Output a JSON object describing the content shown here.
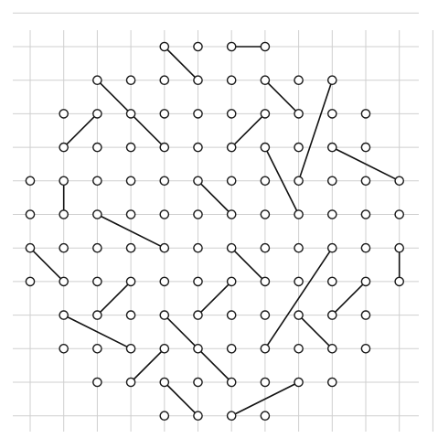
{
  "board": {
    "columns": 13,
    "rows": 13,
    "colors": {
      "grid": "#cfcfcf",
      "peg_stroke": "#1a1a1a",
      "peg_fill": "#ffffff",
      "link": "#111111",
      "background": "#ffffff"
    },
    "pegs": [
      [
        4,
        0
      ],
      [
        5,
        0
      ],
      [
        6,
        0
      ],
      [
        7,
        0
      ],
      [
        2,
        1
      ],
      [
        3,
        1
      ],
      [
        4,
        1
      ],
      [
        5,
        1
      ],
      [
        6,
        1
      ],
      [
        7,
        1
      ],
      [
        8,
        1
      ],
      [
        9,
        1
      ],
      [
        1,
        2
      ],
      [
        2,
        2
      ],
      [
        3,
        2
      ],
      [
        4,
        2
      ],
      [
        5,
        2
      ],
      [
        6,
        2
      ],
      [
        7,
        2
      ],
      [
        8,
        2
      ],
      [
        9,
        2
      ],
      [
        10,
        2
      ],
      [
        1,
        3
      ],
      [
        2,
        3
      ],
      [
        3,
        3
      ],
      [
        4,
        3
      ],
      [
        5,
        3
      ],
      [
        6,
        3
      ],
      [
        7,
        3
      ],
      [
        8,
        3
      ],
      [
        9,
        3
      ],
      [
        10,
        3
      ],
      [
        0,
        4
      ],
      [
        1,
        4
      ],
      [
        2,
        4
      ],
      [
        3,
        4
      ],
      [
        4,
        4
      ],
      [
        5,
        4
      ],
      [
        6,
        4
      ],
      [
        7,
        4
      ],
      [
        8,
        4
      ],
      [
        9,
        4
      ],
      [
        10,
        4
      ],
      [
        11,
        4
      ],
      [
        0,
        5
      ],
      [
        1,
        5
      ],
      [
        2,
        5
      ],
      [
        3,
        5
      ],
      [
        4,
        5
      ],
      [
        5,
        5
      ],
      [
        6,
        5
      ],
      [
        7,
        5
      ],
      [
        8,
        5
      ],
      [
        9,
        5
      ],
      [
        10,
        5
      ],
      [
        11,
        5
      ],
      [
        0,
        6
      ],
      [
        1,
        6
      ],
      [
        2,
        6
      ],
      [
        3,
        6
      ],
      [
        4,
        6
      ],
      [
        5,
        6
      ],
      [
        6,
        6
      ],
      [
        7,
        6
      ],
      [
        8,
        6
      ],
      [
        9,
        6
      ],
      [
        10,
        6
      ],
      [
        11,
        6
      ],
      [
        0,
        7
      ],
      [
        1,
        7
      ],
      [
        2,
        7
      ],
      [
        3,
        7
      ],
      [
        4,
        7
      ],
      [
        5,
        7
      ],
      [
        6,
        7
      ],
      [
        7,
        7
      ],
      [
        8,
        7
      ],
      [
        9,
        7
      ],
      [
        10,
        7
      ],
      [
        11,
        7
      ],
      [
        1,
        8
      ],
      [
        2,
        8
      ],
      [
        3,
        8
      ],
      [
        4,
        8
      ],
      [
        5,
        8
      ],
      [
        6,
        8
      ],
      [
        7,
        8
      ],
      [
        8,
        8
      ],
      [
        9,
        8
      ],
      [
        10,
        8
      ],
      [
        1,
        9
      ],
      [
        2,
        9
      ],
      [
        3,
        9
      ],
      [
        4,
        9
      ],
      [
        5,
        9
      ],
      [
        6,
        9
      ],
      [
        7,
        9
      ],
      [
        8,
        9
      ],
      [
        9,
        9
      ],
      [
        10,
        9
      ],
      [
        2,
        10
      ],
      [
        3,
        10
      ],
      [
        4,
        10
      ],
      [
        5,
        10
      ],
      [
        6,
        10
      ],
      [
        7,
        10
      ],
      [
        8,
        10
      ],
      [
        9,
        10
      ],
      [
        4,
        11
      ],
      [
        5,
        11
      ],
      [
        6,
        11
      ],
      [
        7,
        11
      ]
    ],
    "links": [
      [
        [
          4,
          0
        ],
        [
          5,
          1
        ]
      ],
      [
        [
          6,
          0
        ],
        [
          7,
          0
        ]
      ],
      [
        [
          2,
          1
        ],
        [
          4,
          3
        ]
      ],
      [
        [
          7,
          1
        ],
        [
          8,
          2
        ]
      ],
      [
        [
          9,
          1
        ],
        [
          8,
          4
        ]
      ],
      [
        [
          1,
          3
        ],
        [
          2,
          2
        ]
      ],
      [
        [
          6,
          3
        ],
        [
          7,
          2
        ]
      ],
      [
        [
          7,
          3
        ],
        [
          8,
          5
        ]
      ],
      [
        [
          9,
          3
        ],
        [
          11,
          4
        ]
      ],
      [
        [
          1,
          4
        ],
        [
          1,
          5
        ]
      ],
      [
        [
          5,
          4
        ],
        [
          6,
          5
        ]
      ],
      [
        [
          2,
          5
        ],
        [
          4,
          6
        ]
      ],
      [
        [
          0,
          6
        ],
        [
          1,
          7
        ]
      ],
      [
        [
          6,
          6
        ],
        [
          7,
          7
        ]
      ],
      [
        [
          9,
          6
        ],
        [
          7,
          9
        ]
      ],
      [
        [
          11,
          6
        ],
        [
          11,
          7
        ]
      ],
      [
        [
          2,
          8
        ],
        [
          3,
          7
        ]
      ],
      [
        [
          5,
          8
        ],
        [
          6,
          7
        ]
      ],
      [
        [
          9,
          8
        ],
        [
          10,
          7
        ]
      ],
      [
        [
          1,
          8
        ],
        [
          3,
          9
        ]
      ],
      [
        [
          4,
          8
        ],
        [
          6,
          10
        ]
      ],
      [
        [
          8,
          8
        ],
        [
          9,
          9
        ]
      ],
      [
        [
          3,
          10
        ],
        [
          4,
          9
        ]
      ],
      [
        [
          4,
          10
        ],
        [
          5,
          11
        ]
      ],
      [
        [
          6,
          11
        ],
        [
          8,
          10
        ]
      ]
    ]
  }
}
